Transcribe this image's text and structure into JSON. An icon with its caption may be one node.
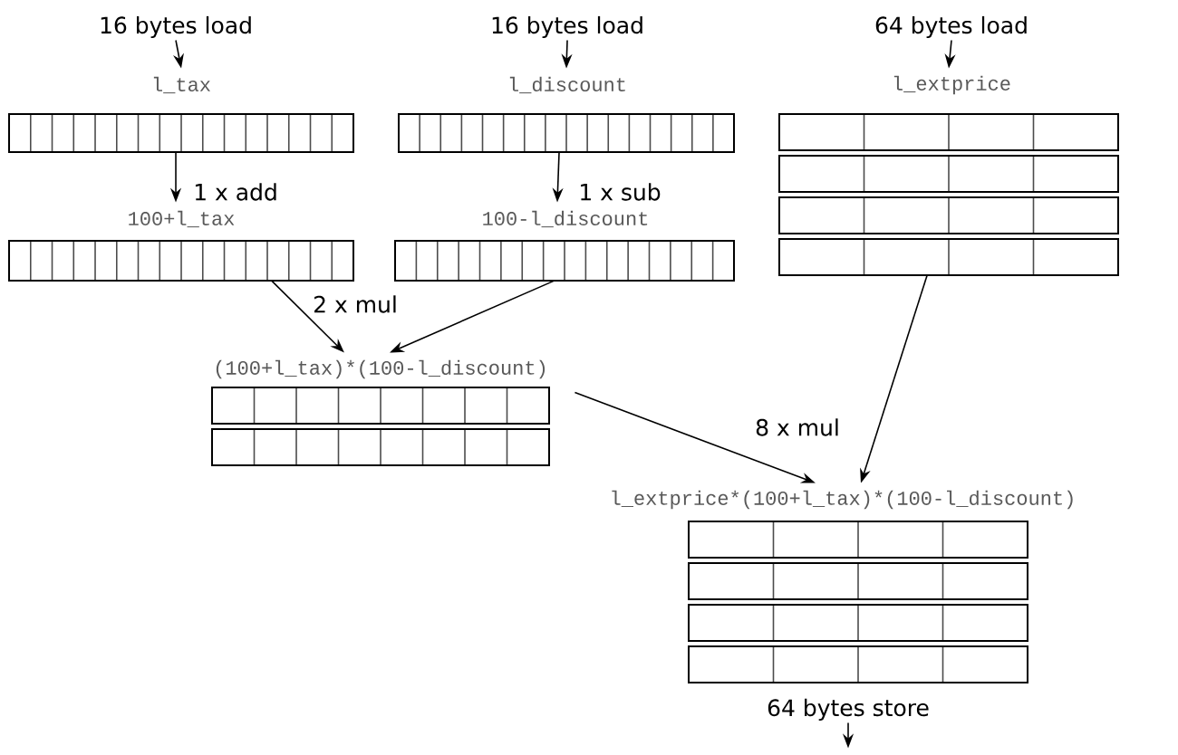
{
  "diagram": {
    "nodes": [
      {
        "text": [
          "16 bytes load"
        ]
      },
      {
        "text": [
          "16 bytes load"
        ]
      },
      {
        "text": [
          "64 bytes load"
        ]
      },
      {
        "text": [
          "l_tax"
        ]
      },
      {
        "text": [
          "l_discount"
        ]
      },
      {
        "text": [
          "l_extprice"
        ]
      },
      {
        "text": [
          "100+l_tax"
        ]
      },
      {
        "text": [
          "100-l_discount"
        ]
      },
      {
        "text": [
          "(100+l_tax)*(100-l_discount)"
        ]
      },
      {
        "text": [
          "l_extprice*(100+l_tax)*(100-l_discount)"
        ]
      },
      {
        "text": [
          "64 bytes store"
        ]
      }
    ],
    "edges": [
      {
        "from": 0,
        "to": 3,
        "arrow": "to"
      },
      {
        "from": 1,
        "to": 4,
        "arrow": "to"
      },
      {
        "from": 2,
        "to": 5,
        "arrow": "to"
      },
      {
        "from": 3,
        "to": 6,
        "arrow": "to",
        "label": "1 x add"
      },
      {
        "from": 4,
        "to": 7,
        "arrow": "to",
        "label": "1 x sub"
      },
      {
        "from": 6,
        "to": 8,
        "arrow": "to",
        "label": "2 x mul"
      },
      {
        "from": 7,
        "to": 8,
        "arrow": "to"
      },
      {
        "from": 8,
        "to": 9,
        "arrow": "to",
        "label": "8 x mul"
      },
      {
        "from": 5,
        "to": 9,
        "arrow": "to"
      },
      {
        "from": 10,
        "to": null,
        "arrow": "to"
      }
    ]
  }
}
